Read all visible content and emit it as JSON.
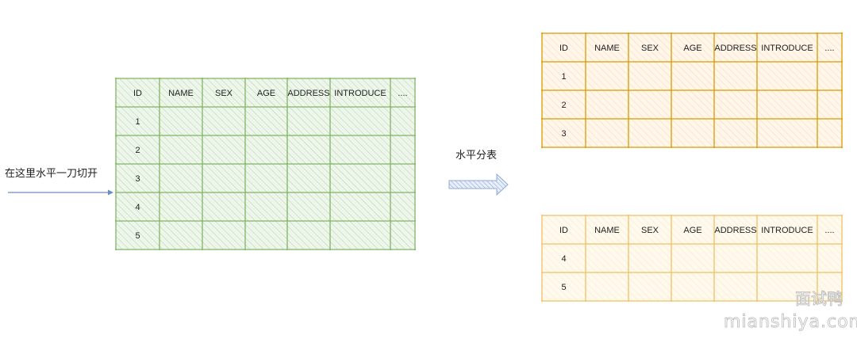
{
  "columns": [
    "ID",
    "NAME",
    "SEX",
    "AGE",
    "ADDRESS",
    "INTRODUCE",
    "...."
  ],
  "source_table": {
    "ids": [
      "1",
      "2",
      "3",
      "4",
      "5"
    ],
    "color": "#82b366",
    "fill": "#d5e8d4"
  },
  "split_top_table": {
    "ids": [
      "1",
      "2",
      "3"
    ],
    "color": "#d79b00",
    "fill": "#ffe6cc"
  },
  "split_bottom_table": {
    "ids": [
      "4",
      "5"
    ],
    "color": "#f0c060",
    "fill": "#fff2cc"
  },
  "cut_label": "在这里水平一刀切开",
  "cut_arrow_color": "#6c8ebf",
  "split_label": "水平分表",
  "split_arrow_color": "#6c8ebf",
  "watermark": {
    "line1": "面试鸭",
    "line2": "mianshiya.com"
  }
}
